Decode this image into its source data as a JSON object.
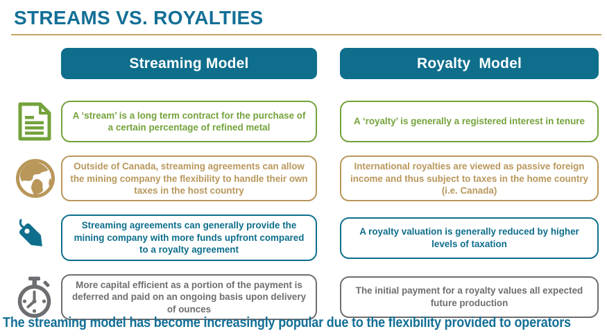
{
  "header": {
    "title": "STREAMS VS. ROYALTIES"
  },
  "columns": [
    {
      "header": "Streaming Model"
    },
    {
      "header": "Royalty  Model"
    }
  ],
  "rows": [
    {
      "icon": "document-icon",
      "theme": "green",
      "streaming": "A ‘stream’ is a long term contract for the purchase of a certain percentage of refined metal",
      "royalty": "A ‘royalty’ is generally a registered interest in tenure"
    },
    {
      "icon": "globe-icon",
      "theme": "gold",
      "streaming": "Outside of Canada, streaming agreements can allow the mining company the flexibility to handle their own taxes in the host country",
      "royalty": "International royalties are viewed as passive foreign income and thus subject to taxes in the home country (i.e. Canada)"
    },
    {
      "icon": "tag-icon",
      "theme": "teal",
      "streaming": "Streaming agreements can generally provide the mining company with more funds upfront compared to a royalty agreement",
      "royalty": "A royalty valuation is generally reduced by higher levels of taxation"
    },
    {
      "icon": "stopwatch-icon",
      "theme": "gray",
      "streaming": "More capital efficient as a portion of the payment is deferred and paid on an ongoing basis upon delivery of ounces",
      "royalty": "The initial payment for a royalty values all expected future production"
    }
  ],
  "footer": {
    "text": "The streaming model has become increasingly popular due to the flexibility provided to operators"
  },
  "colors": {
    "teal": "#0E6E8C",
    "green": "#74A23B",
    "gold": "#B9975B",
    "gray": "#6D6E71",
    "title": "#136F96",
    "gold-line": "#C5A45C"
  }
}
